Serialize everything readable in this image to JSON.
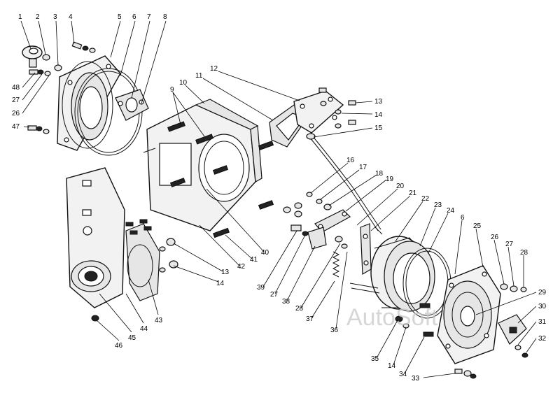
{
  "watermark": "AutoSoft",
  "callout_numbers": [
    "1",
    "2",
    "3",
    "4",
    "5",
    "6",
    "7",
    "8",
    "9",
    "10",
    "11",
    "12",
    "13",
    "14",
    "15",
    "16",
    "17",
    "18",
    "19",
    "20",
    "21",
    "22",
    "23",
    "24",
    "6",
    "25",
    "26",
    "27",
    "28",
    "29",
    "30",
    "31",
    "32",
    "48",
    "27",
    "26",
    "47",
    "42",
    "13",
    "14",
    "41",
    "40",
    "39",
    "27",
    "38",
    "28",
    "37",
    "36",
    "35",
    "14",
    "34",
    "33",
    "43",
    "44",
    "45",
    "46"
  ]
}
